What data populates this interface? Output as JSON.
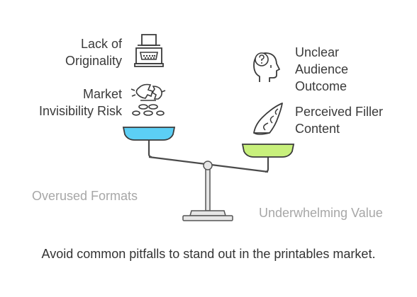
{
  "left_pan": {
    "items": [
      {
        "label_line1": "Lack of",
        "label_line2": "Originality",
        "icon": "typewriter-icon"
      },
      {
        "label_line1": "Market",
        "label_line2": "Invisibility Risk",
        "icon": "broken-piggy-bank-coins-icon"
      }
    ],
    "category": "Overused Formats",
    "pan_color": "#5ccff5"
  },
  "right_pan": {
    "items": [
      {
        "label_line1": "Unclear",
        "label_line2": "Audience",
        "label_line3": "Outcome",
        "icon": "confused-head-question-icon"
      },
      {
        "label_line1": "Perceived Filler",
        "label_line2": "Content",
        "icon": "seashell-icon"
      }
    ],
    "category": "Underwhelming Value",
    "pan_color": "#c8f07c"
  },
  "caption": "Avoid common pitfalls to stand out in the printables market."
}
